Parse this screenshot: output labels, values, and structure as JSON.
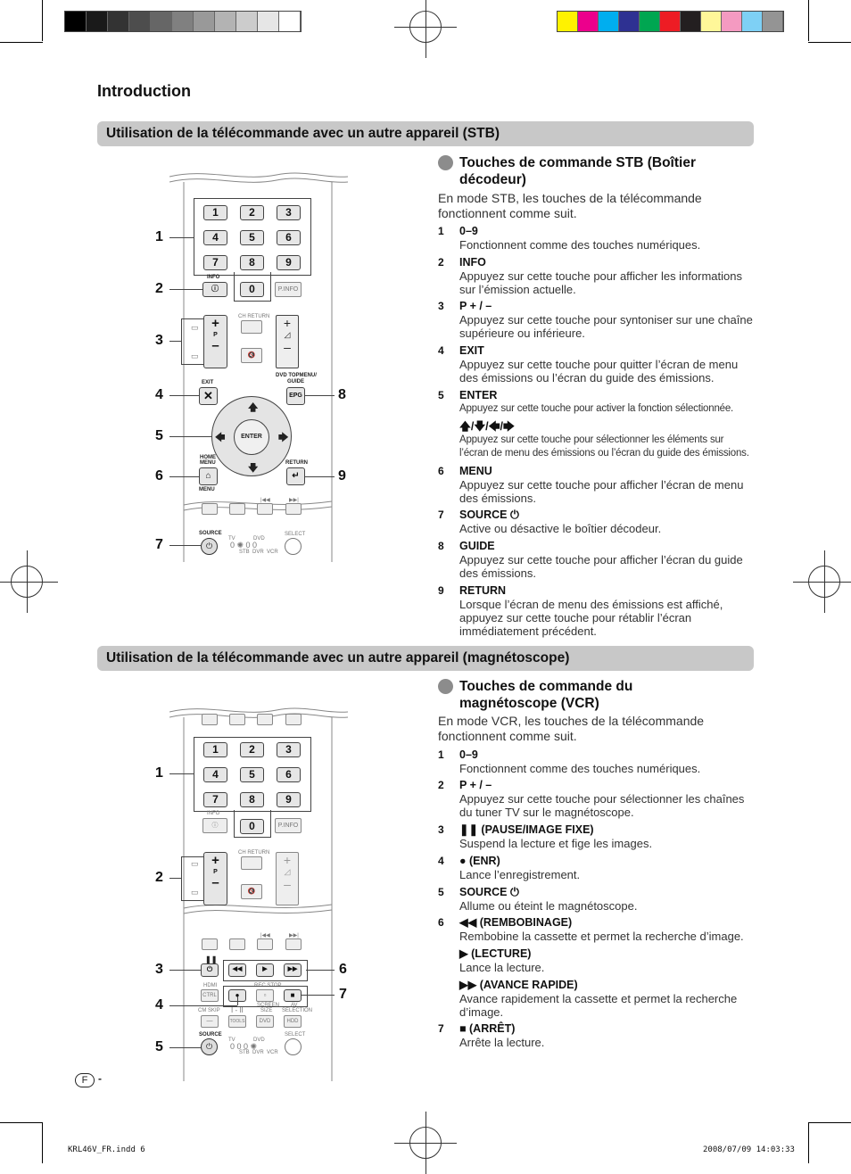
{
  "page": {
    "section_title": "Introduction",
    "page_marker": "F",
    "page_dash": "-"
  },
  "stb": {
    "bar_title": "Utilisation de la télécommande avec un autre appareil (STB)",
    "heading_line1": "Touches de commande STB (Boîtier",
    "heading_line2": "décodeur)",
    "intro_line1": "En mode STB, les touches de la télécommande",
    "intro_line2": "fonctionnent comme suit.",
    "items": [
      {
        "num": "1",
        "label": "0–9",
        "desc": [
          "Fonctionnent comme des touches numériques."
        ]
      },
      {
        "num": "2",
        "label": "INFO",
        "desc": [
          "Appuyez sur cette touche pour afficher les informations",
          "sur l’émission actuelle."
        ]
      },
      {
        "num": "3",
        "label": "P + / –",
        "desc": [
          "Appuyez sur cette touche pour syntoniser sur une chaîne",
          "supérieure ou inférieure."
        ]
      },
      {
        "num": "4",
        "label": "EXIT",
        "desc": [
          "Appuyez sur cette touche pour quitter l’écran de menu",
          "des émissions ou l’écran du guide des émissions."
        ]
      },
      {
        "num": "5",
        "label": "ENTER",
        "desc": [
          "Appuyez sur cette touche pour activer la fonction sélectionnée."
        ]
      },
      {
        "num": "",
        "label": "🡅/🡇/🡄/🡆",
        "desc": [
          "Appuyez sur cette touche pour sélectionner les éléments sur",
          "l’écran de menu des émissions ou l’écran du guide des émissions."
        ]
      },
      {
        "num": "6",
        "label": "MENU",
        "desc": [
          "Appuyez sur cette touche pour afficher l’écran de menu",
          "des émissions."
        ]
      },
      {
        "num": "7",
        "label": "SOURCE ⏻",
        "desc": [
          "Active ou désactive le boîtier décodeur."
        ]
      },
      {
        "num": "8",
        "label": "GUIDE",
        "desc": [
          "Appuyez sur cette touche pour afficher l’écran du guide",
          "des émissions."
        ]
      },
      {
        "num": "9",
        "label": "RETURN",
        "desc": [
          "Lorsque l’écran de menu des émissions est affiché,",
          "appuyez sur cette touche pour rétablir l’écran",
          "immédiatement précédent."
        ]
      }
    ],
    "callouts": [
      "1",
      "2",
      "3",
      "4",
      "5",
      "6",
      "7",
      "8",
      "9"
    ]
  },
  "vcr": {
    "bar_title": "Utilisation de la télécommande avec un autre appareil (magnétoscope)",
    "heading_line1": "Touches de commande du",
    "heading_line2": "magnétoscope (VCR)",
    "intro_line1": "En mode VCR, les touches de la télécommande",
    "intro_line2": "fonctionnent comme suit.",
    "items": [
      {
        "num": "1",
        "label": "0–9",
        "desc": [
          "Fonctionnent comme des touches numériques."
        ]
      },
      {
        "num": "2",
        "label": "P + / –",
        "desc": [
          "Appuyez sur cette touche pour sélectionner les chaînes",
          "du tuner TV sur le magnétoscope."
        ]
      },
      {
        "num": "3",
        "label": "❚❚ (PAUSE/IMAGE FIXE)",
        "desc": [
          "Suspend la lecture et fige les images."
        ]
      },
      {
        "num": "4",
        "label": "● (ENR)",
        "desc": [
          "Lance l’enregistrement."
        ]
      },
      {
        "num": "5",
        "label": "SOURCE ⏻",
        "desc": [
          "Allume ou éteint le magnétoscope."
        ]
      },
      {
        "num": "6",
        "label": "◀◀ (REMBOBINAGE)",
        "desc": [
          "Rembobine la cassette et permet la recherche d’image."
        ]
      },
      {
        "num": "",
        "label": "▶ (LECTURE)",
        "desc": [
          "Lance la lecture."
        ]
      },
      {
        "num": "",
        "label": "▶▶ (AVANCE RAPIDE)",
        "desc": [
          "Avance rapidement la cassette et permet la recherche",
          "d’image."
        ]
      },
      {
        "num": "7",
        "label": "■ (ARRÊT)",
        "desc": [
          "Arrête la lecture."
        ]
      }
    ],
    "callouts": [
      "1",
      "2",
      "3",
      "4",
      "5",
      "6",
      "7"
    ]
  },
  "remote_labels": {
    "digits": [
      "1",
      "2",
      "3",
      "4",
      "5",
      "6",
      "7",
      "8",
      "9",
      "0"
    ],
    "info": "INFO",
    "pinfo": "P.INFO",
    "p": "P",
    "ch_return": "CH RETURN",
    "exit": "EXIT",
    "dvd_topmenu": "DVD TOPMENU/",
    "guide": "GUIDE",
    "epg": "EPG",
    "enter": "ENTER",
    "home": "HOME",
    "menu_small": "MENU",
    "menu": "MENU",
    "return": "RETURN",
    "source": "SOURCE",
    "tv": "TV",
    "dvd": "DVD",
    "stb": "STB",
    "dvr": "DVR",
    "vcr": "VCR",
    "select": "SELECT",
    "hdmi": "HDMI",
    "ctrl": "CTRL",
    "rec_stop": "REC STOP",
    "screen": "SCREEN",
    "size": "SIZE",
    "av": "AV",
    "selection": "SELECTION",
    "cm_skip": "CM SKIP",
    "tools": "TOOLS",
    "dvd_key": "DVD",
    "hdd": "HDD",
    "ch_enr": "CH RETURN",
    "ab": "I - II"
  },
  "footer": {
    "file": "KRL46V_FR.indd   6",
    "stamp": "2008/07/09   14:03:33"
  },
  "colors": {
    "bar_bg": "#c8c8c8",
    "bullet": "#8c8c8c",
    "gray_strip": [
      "#000000",
      "#1a1a1a",
      "#333333",
      "#4d4d4d",
      "#666666",
      "#808080",
      "#999999",
      "#b3b3b3",
      "#cccccc",
      "#e6e6e6",
      "#ffffff"
    ],
    "color_strip": [
      "#fff200",
      "#ec008c",
      "#00aeef",
      "#2e3192",
      "#00a651",
      "#ed1c24",
      "#231f20",
      "#fff799",
      "#f49ac1",
      "#7ed0f5",
      "#949494"
    ]
  }
}
